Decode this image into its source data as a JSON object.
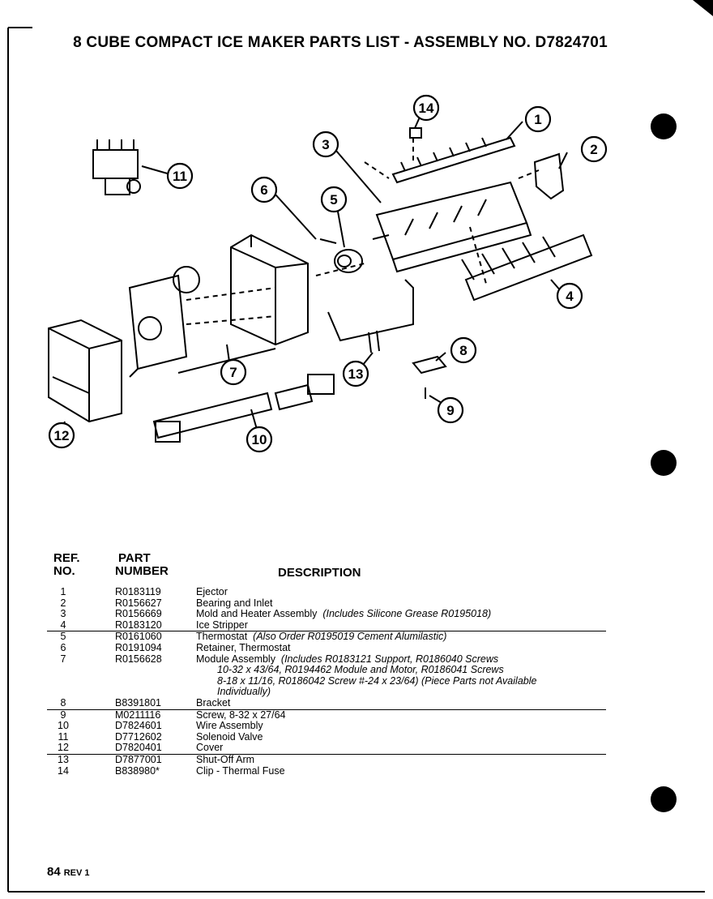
{
  "title": "8 CUBE COMPACT ICE MAKER PARTS LIST  -  ASSEMBLY NO. D7824701",
  "headers": {
    "ref_line1": "REF.",
    "ref_line2": "NO.",
    "part_line1": "PART",
    "part_line2": "NUMBER",
    "description": "DESCRIPTION"
  },
  "callouts": [
    "1",
    "2",
    "3",
    "4",
    "5",
    "6",
    "7",
    "8",
    "9",
    "10",
    "11",
    "12",
    "13",
    "14"
  ],
  "parts": [
    {
      "ref": "1",
      "part": "R0183119",
      "desc": "Ejector",
      "note": ""
    },
    {
      "ref": "2",
      "part": "R0156627",
      "desc": "Bearing and Inlet",
      "note": ""
    },
    {
      "ref": "3",
      "part": "R0156669",
      "desc": "Mold and Heater Assembly",
      "note": "(Includes Silicone Grease  R0195018)"
    },
    {
      "ref": "4",
      "part": "R0183120",
      "desc": "Ice Stripper",
      "note": ""
    },
    {
      "ref": "5",
      "part": "R0161060",
      "desc": "Thermostat",
      "note": "(Also Order R0195019 Cement Alumilastic)"
    },
    {
      "ref": "6",
      "part": "R0191094",
      "desc": "Retainer, Thermostat",
      "note": ""
    },
    {
      "ref": "7",
      "part": "R0156628",
      "desc": "Module Assembly",
      "note": "(Includes R0183121 Support, R0186040 Screws"
    },
    {
      "ref": "8",
      "part": "B8391801",
      "desc": "Bracket",
      "note": ""
    },
    {
      "ref": "9",
      "part": "M0211116",
      "desc": "Screw, 8-32 x 27/64",
      "note": ""
    },
    {
      "ref": "10",
      "part": "D7824601",
      "desc": "Wire Assembly",
      "note": ""
    },
    {
      "ref": "11",
      "part": "D7712602",
      "desc": "Solenoid Valve",
      "note": ""
    },
    {
      "ref": "12",
      "part": "D7820401",
      "desc": "Cover",
      "note": ""
    },
    {
      "ref": "13",
      "part": "D7877001",
      "desc": "Shut-Off Arm",
      "note": ""
    },
    {
      "ref": "14",
      "part": "B838980*",
      "desc": "Clip - Thermal Fuse",
      "note": ""
    }
  ],
  "row7_cont": [
    "10-32 x 43/64, R0194462 Module and Motor, R0186041 Screws",
    "8-18 x 11/16, R0186042 Screw #-24 x 23/64) (Piece Parts not Available",
    "Individually)"
  ],
  "footer": {
    "page": "84",
    "rev": "REV  1"
  }
}
